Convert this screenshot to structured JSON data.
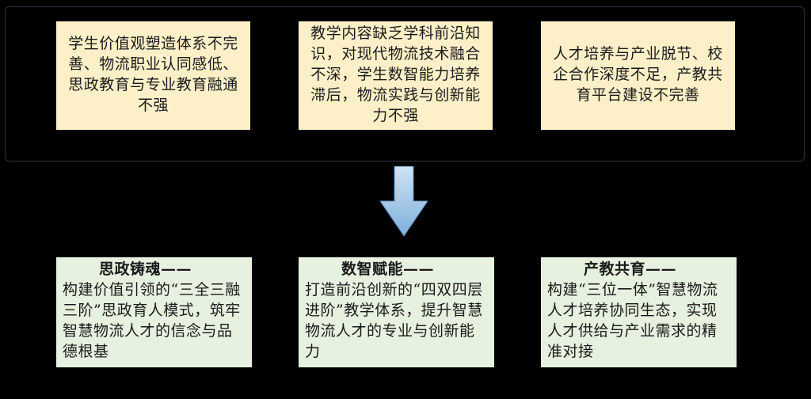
{
  "problems": [
    {
      "text": "学生价值观塑造体系不完善、物流职业认同感低、思政教育与专业教育融通不强"
    },
    {
      "text": "教学内容缺乏学科前沿知识，对现代物流技术融合不深，学生数智能力培养滞后，物流实践与创新能力不强"
    },
    {
      "text": "人才培养与产业脱节、校企合作深度不足，产教共育平台建设不完善"
    }
  ],
  "solutions": [
    {
      "head": "思政铸魂——",
      "body": "构建价值引领的“三全三融三阶”思政育人模式，筑牢智慧物流人才的信念与品德根基"
    },
    {
      "head": "数智赋能——",
      "body": "打造前沿创新的“四双四层进阶”教学体系，提升智慧物流人才的专业与创新能力"
    },
    {
      "head": "产教共育——",
      "body": "构建“三位一体”智慧物流人才培养协同生态，实现人才供给与产业需求的精准对接"
    }
  ],
  "colors": {
    "problem_fill": "#fdf0c8",
    "solution_fill": "#e6f1df",
    "arrow_fill": "#9cc3e6"
  },
  "icons": {
    "arrow": "down-arrow-icon"
  }
}
